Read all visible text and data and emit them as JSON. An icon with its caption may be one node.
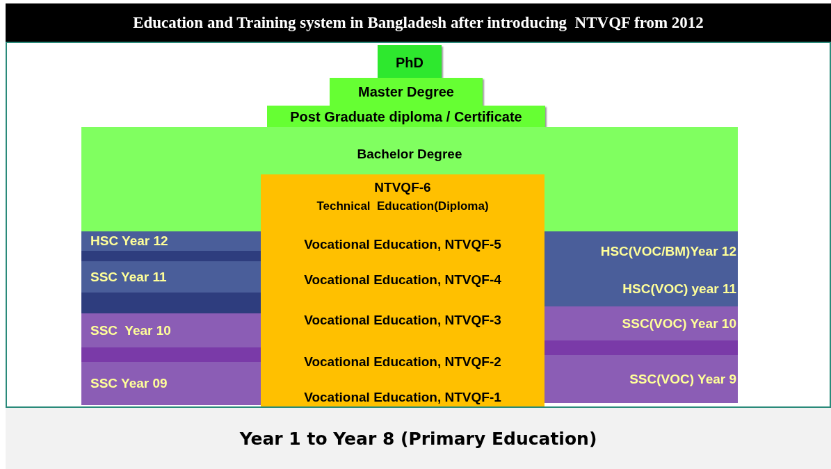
{
  "diagram": {
    "title": "Education and Training system in Bangladesh after introducing  NTVQF from 2012",
    "nodes": [
      {
        "text": [
          "PhD"
        ]
      },
      {
        "text": [
          "Master Degree"
        ]
      },
      {
        "text": [
          "Post Graduate diploma / Certificate"
        ]
      },
      {
        "text": [
          "Bachelor Degree"
        ]
      },
      {
        "text": [
          "NTVQF-6",
          "Technical  Education(Diploma)",
          "Vocational Education, NTVQF-5",
          "Vocational Education, NTVQF-4",
          "Vocational Education, NTVQF-3",
          "Vocational Education, NTVQF-2",
          "Vocational Education, NTVQF-1"
        ]
      },
      {
        "text": [
          "HSC Year 12"
        ]
      },
      {
        "text": [
          "SSC Year 11"
        ]
      },
      {
        "text": [
          "SSC  Year 10"
        ]
      },
      {
        "text": [
          "SSC Year 09"
        ]
      },
      {
        "text": [
          "HSC(VOC/BM)Year 12"
        ]
      },
      {
        "text": [
          "HSC(VOC) year 11"
        ]
      },
      {
        "text": [
          "SSC(VOC) Year 10"
        ]
      },
      {
        "text": [
          "SSC(VOC) Year 9"
        ]
      },
      {
        "text": [
          "Year 1 to Year 8 (Primary Education)"
        ]
      }
    ],
    "edges": []
  }
}
